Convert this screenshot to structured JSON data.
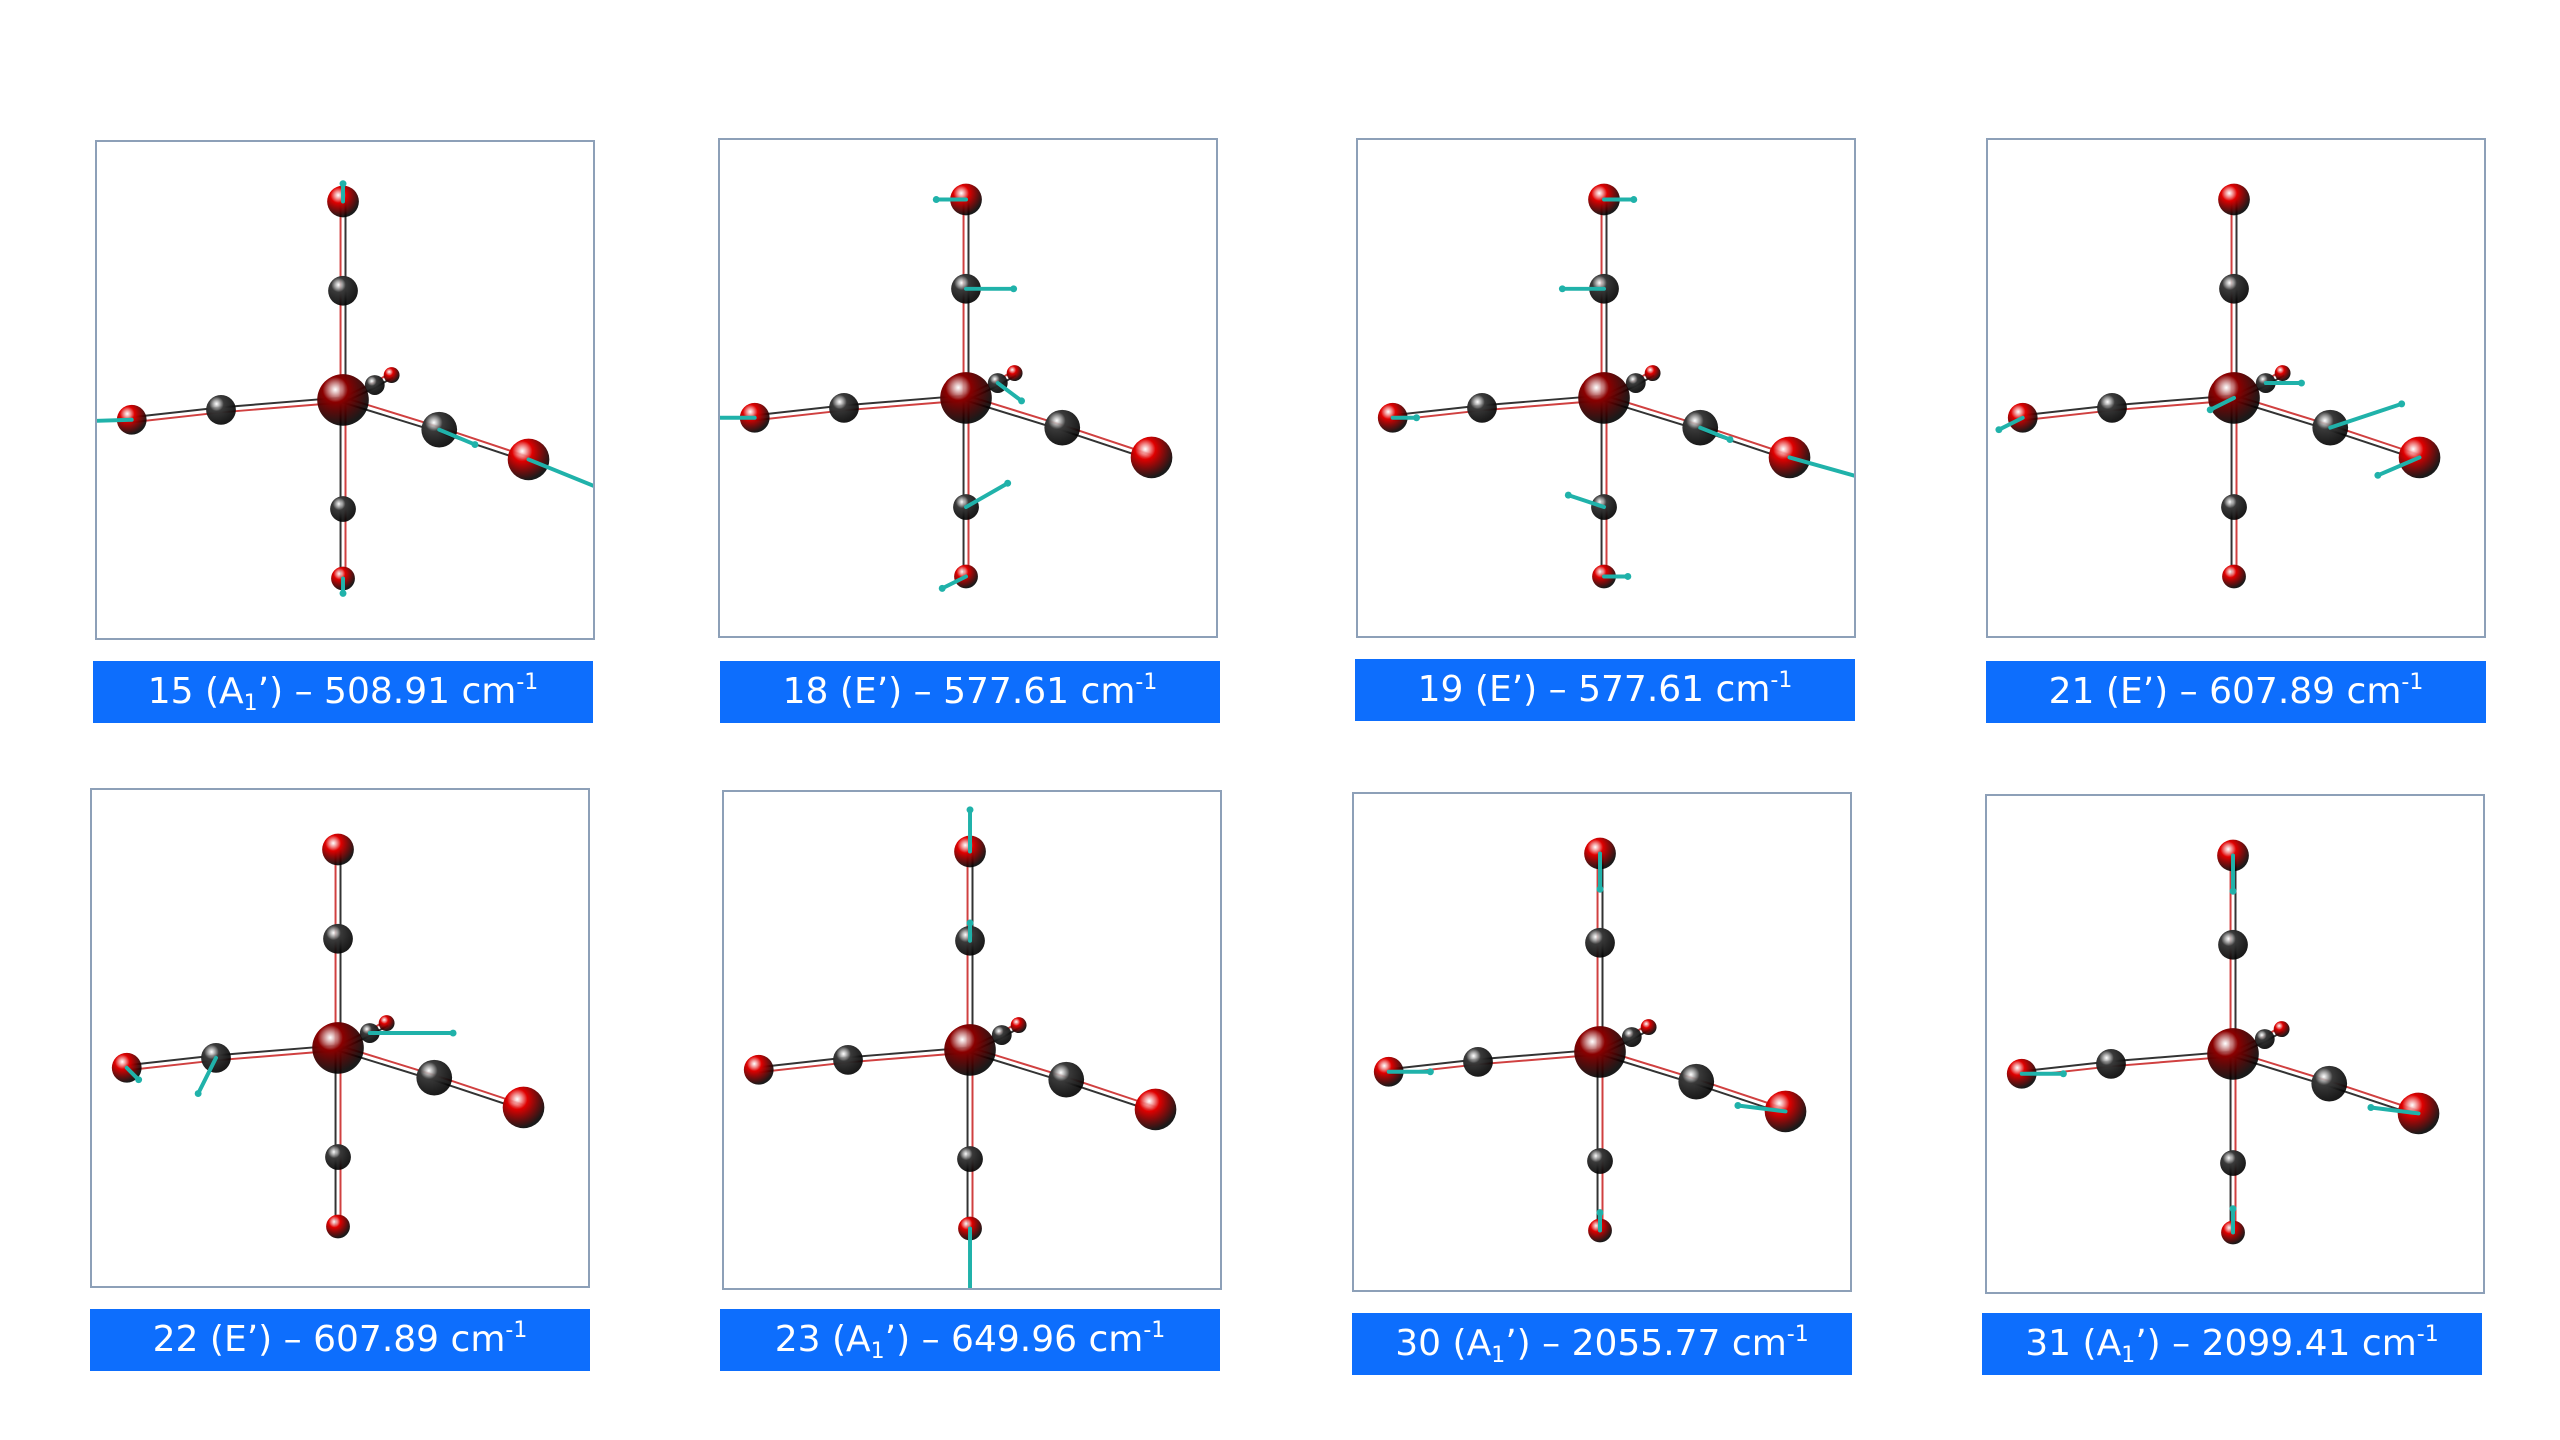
{
  "accent_color": "#0d6efd",
  "panel_border_color": "#8da0b8",
  "atom_colors": {
    "metal": "#8b0000",
    "carbon": "#3a3a3a",
    "oxygen": "#e00000"
  },
  "vector_color": "#20b2aa",
  "modes": [
    {
      "mode": "15",
      "sym_base": "A",
      "sym_sub": "1",
      "sym_prime": "’",
      "sep": " – ",
      "freq": "508.91",
      "unit": "cm",
      "exp": "-1",
      "vectors": [
        [
          "O_left",
          -1.0,
          0.03
        ],
        [
          "O_right",
          1.6,
          0.65
        ],
        [
          "C_right",
          0.6,
          0.25
        ],
        [
          "O_top",
          0,
          -0.3
        ],
        [
          "O_bottom",
          0,
          0.25
        ]
      ]
    },
    {
      "mode": "18",
      "sym_base": "E",
      "sym_sub": "",
      "sym_prime": "’",
      "sep": " – ",
      "freq": "577.61",
      "unit": "cm",
      "exp": "-1",
      "vectors": [
        [
          "O_left",
          -1.0,
          0.0
        ],
        [
          "C_top",
          0.8,
          0.0
        ],
        [
          "O_top",
          -0.5,
          0.0
        ],
        [
          "C_bottom",
          0.7,
          -0.4
        ],
        [
          "O_bottom",
          -0.4,
          0.2
        ],
        [
          "C_back",
          0.4,
          0.3
        ]
      ]
    },
    {
      "mode": "19",
      "sym_base": "E",
      "sym_sub": "",
      "sym_prime": "’",
      "sep": " – ",
      "freq": "577.61",
      "unit": "cm",
      "exp": "-1",
      "vectors": [
        [
          "O_right",
          1.6,
          0.45
        ],
        [
          "C_right",
          0.5,
          0.2
        ],
        [
          "C_top",
          -0.7,
          0.0
        ],
        [
          "C_bottom",
          -0.6,
          -0.2
        ],
        [
          "O_top",
          0.5,
          0.0
        ],
        [
          "O_bottom",
          0.4,
          0.0
        ],
        [
          "O_left",
          0.4,
          0.0
        ]
      ]
    },
    {
      "mode": "21",
      "sym_base": "E",
      "sym_sub": "’",
      "sym_prime": "",
      "sep": " – ",
      "freq": "607.89",
      "unit": "cm",
      "exp": "-1",
      "vectors": [
        [
          "C_right",
          1.2,
          -0.4
        ],
        [
          "O_right",
          -0.7,
          0.3
        ],
        [
          "O_left",
          -0.4,
          0.2
        ],
        [
          "C_back",
          0.6,
          0.0
        ],
        [
          "M",
          -0.4,
          0.2
        ]
      ]
    },
    {
      "mode": "22",
      "sym_base": "E",
      "sym_sub": "’",
      "sym_prime": "",
      "sep": " – ",
      "freq": "607.89",
      "unit": "cm",
      "exp": "-1",
      "vectors": [
        [
          "C_back",
          1.4,
          0.0
        ],
        [
          "C_left",
          -0.3,
          0.6
        ],
        [
          "O_left",
          0.2,
          0.2
        ]
      ]
    },
    {
      "mode": "23",
      "sym_base": "A",
      "sym_sub": "1",
      "sym_prime": "’",
      "sep": " – ",
      "freq": "649.96",
      "unit": "cm",
      "exp": "-1",
      "vectors": [
        [
          "O_top",
          0,
          -0.7
        ],
        [
          "O_bottom",
          0,
          1.2
        ],
        [
          "C_top",
          0,
          -0.3
        ]
      ]
    },
    {
      "mode": "30",
      "sym_base": "A",
      "sym_sub": "1",
      "sym_prime": "’",
      "sep": " – ",
      "freq": "2055.77",
      "unit": "cm",
      "exp": "-1",
      "vectors": [
        [
          "O_left",
          0.7,
          0.0
        ],
        [
          "O_right",
          -0.8,
          -0.1
        ],
        [
          "O_top",
          0,
          0.6
        ],
        [
          "O_bottom",
          0,
          -0.3
        ]
      ]
    },
    {
      "mode": "31",
      "sym_base": "A",
      "sym_sub": "1",
      "sym_prime": "’",
      "sep": " – ",
      "freq": "2099.41",
      "unit": "cm",
      "exp": "-1",
      "vectors": [
        [
          "O_left",
          0.7,
          0.0
        ],
        [
          "O_right",
          -0.8,
          -0.1
        ],
        [
          "O_top",
          0,
          0.6
        ],
        [
          "O_bottom",
          0,
          -0.4
        ]
      ]
    }
  ]
}
